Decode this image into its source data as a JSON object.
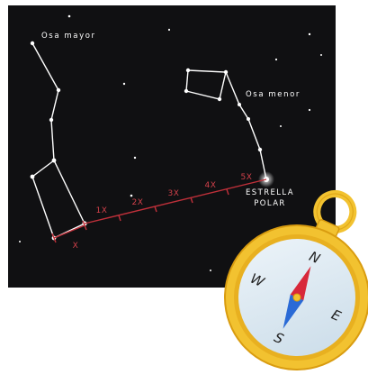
{
  "labels": {
    "osa_mayor": "Osa mayor",
    "osa_menor": "Osa menor",
    "polar_line1": "ESTRELLA",
    "polar_line2": "POLAR",
    "unit": "X",
    "multiples": [
      "1X",
      "2X",
      "3X",
      "4X",
      "5X"
    ]
  },
  "compass": {
    "north": "N",
    "south": "S",
    "east": "E",
    "west": "W"
  },
  "colors": {
    "sky": "#101012",
    "star": "#ffffff",
    "scale": "#c0303a",
    "gold": "#f2c230",
    "gold_dark": "#d99c10",
    "dial": "#ddeaf4",
    "needle_north": "#d8283a",
    "needle_south": "#2a6ad6"
  },
  "icons": [
    "compass-icon"
  ]
}
